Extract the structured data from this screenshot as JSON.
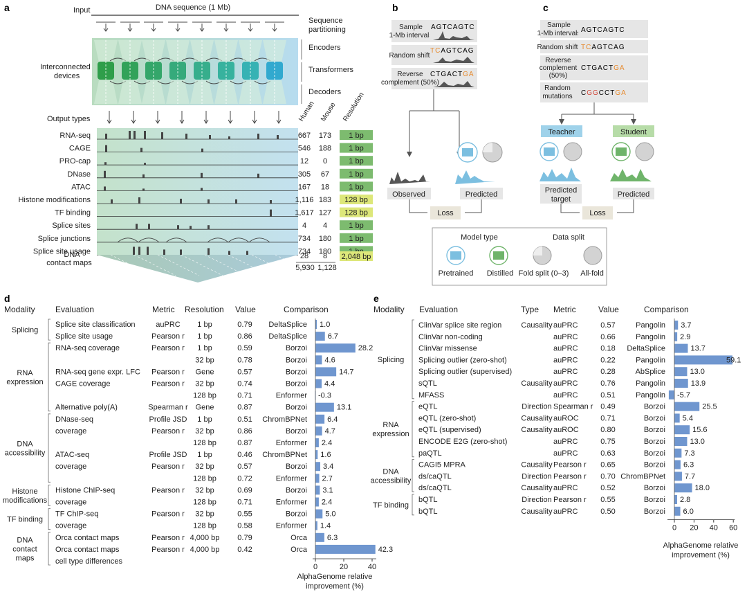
{
  "panels": {
    "a": "a",
    "b": "b",
    "c": "c",
    "d": "d",
    "e": "e"
  },
  "panel_a": {
    "input_label": "Input",
    "dna_label": "DNA sequence (1 Mb)",
    "seq_partition": "Sequence partitioning",
    "encoders": "Encoders",
    "interconnected": "Interconnected devices",
    "transformers": "Transformers",
    "decoders": "Decoders",
    "output_types": "Output types",
    "col_human": "Human",
    "col_mouse": "Mouse",
    "col_resolution": "Resolution",
    "rows": [
      {
        "label": "RNA-seq",
        "human": "667",
        "mouse": "173",
        "res": "1 bp"
      },
      {
        "label": "CAGE",
        "human": "546",
        "mouse": "188",
        "res": "1 bp"
      },
      {
        "label": "PRO-cap",
        "human": "12",
        "mouse": "0",
        "res": "1 bp"
      },
      {
        "label": "DNase",
        "human": "305",
        "mouse": "67",
        "res": "1 bp"
      },
      {
        "label": "ATAC",
        "human": "167",
        "mouse": "18",
        "res": "1 bp"
      },
      {
        "label": "Histone modifications",
        "human": "1,116",
        "mouse": "183",
        "res": "128 bp"
      },
      {
        "label": "TF binding",
        "human": "1,617",
        "mouse": "127",
        "res": "128 bp"
      },
      {
        "label": "Splice sites",
        "human": "4",
        "mouse": "4",
        "res": "1 bp"
      },
      {
        "label": "Splice junctions",
        "human": "734",
        "mouse": "180",
        "res": "1 bp"
      },
      {
        "label": "Splice site usage",
        "human": "734",
        "mouse": "180",
        "res": "1 bp"
      }
    ],
    "dna_contact_1": "DNA",
    "dna_contact_2": "contact maps",
    "contact_human": "28",
    "contact_mouse": "8",
    "contact_res": "2,048 bp",
    "total_human": "5,930",
    "total_mouse": "1,128",
    "colors": {
      "green_res": "#7dbb6f",
      "yellow_res": "#dde77a",
      "track_bg": "#c9e3d5"
    }
  },
  "panel_b": {
    "sample_1": "Sample",
    "sample_2": "1-Mb intervals",
    "seq1": "AGTCAGTC",
    "random_shift": "Random shift",
    "seq2_a": "TC",
    "seq2_b": "AGTCAG",
    "reverse_1": "Reverse",
    "reverse_2": "complement (50%)",
    "seq3_a": "CTGACT",
    "seq3_b": "GA",
    "observed": "Observed",
    "predicted": "Predicted",
    "loss": "Loss"
  },
  "panel_c": {
    "sample_1": "Sample",
    "sample_2": "1-Mb intervals",
    "seq1": "AGTCAGTC",
    "random_shift": "Random shift",
    "seq2_a": "TC",
    "seq2_b": "AGTCAG",
    "reverse_1": "Reverse",
    "reverse_2": "complement",
    "reverse_3": "(50%)",
    "seq3_a": "CTGACT",
    "seq3_b": "GA",
    "random_1": "Random",
    "random_2": "mutations",
    "seq4_a": "C",
    "seq4_b": "GG",
    "seq4_c": "CCT",
    "seq4_d": "GA",
    "teacher": "Teacher",
    "student": "Student",
    "predicted_target_1": "Predicted",
    "predicted_target_2": "target",
    "predicted": "Predicted",
    "loss": "Loss"
  },
  "legend": {
    "model_type": "Model type",
    "data_split": "Data split",
    "pretrained": "Pretrained",
    "distilled": "Distilled",
    "fold_split": "Fold split (0–3)",
    "all_fold": "All-fold"
  },
  "panel_d": {
    "headers": {
      "modality": "Modality",
      "evaluation": "Evaluation",
      "metric": "Metric",
      "resolution": "Resolution",
      "value": "Value",
      "comparison": "Comparison"
    },
    "modalities": [
      {
        "lines": [
          "Splicing"
        ]
      },
      {
        "lines": [
          "RNA",
          "expression"
        ]
      },
      {
        "lines": [
          "DNA",
          "accessibility"
        ]
      },
      {
        "lines": [
          "Histone",
          "modifications"
        ]
      },
      {
        "lines": [
          "TF binding"
        ]
      },
      {
        "lines": [
          "DNA",
          "contact",
          "maps"
        ]
      }
    ],
    "axis_label_1": "AlphaGenome relative",
    "axis_label_2": "improvement (%)",
    "ticks": [
      "0",
      "20",
      "40"
    ]
  },
  "panel_e": {
    "headers": {
      "modality": "Modality",
      "evaluation": "Evaluation",
      "type": "Type",
      "metric": "Metric",
      "value": "Value",
      "comparison": "Comparison"
    },
    "modalities": [
      {
        "lines": [
          "Splicing"
        ]
      },
      {
        "lines": [
          "RNA",
          "expression"
        ]
      },
      {
        "lines": [
          "DNA",
          "accessibility"
        ]
      },
      {
        "lines": [
          "TF binding"
        ]
      }
    ],
    "axis_label_1": "AlphaGenome relative",
    "axis_label_2": "improvement (%)",
    "ticks": [
      "0",
      "20",
      "40",
      "60"
    ]
  },
  "chart_data": [
    {
      "type": "bar",
      "panel": "d",
      "xlabel": "AlphaGenome relative improvement (%)",
      "xlim": [
        -2,
        45
      ],
      "rows": [
        {
          "evaluation": "Splice site classification",
          "metric": "auPRC",
          "resolution": "1 bp",
          "value": "0.79",
          "comparison": "DeltaSplice",
          "improvement": 1.0,
          "label": "1.0"
        },
        {
          "evaluation": "Splice site usage",
          "metric": "Pearson r",
          "resolution": "1 bp",
          "value": "0.86",
          "comparison": "DeltaSplice",
          "improvement": 6.7,
          "label": "6.7"
        },
        {
          "evaluation": "RNA-seq coverage",
          "metric": "Pearson r",
          "resolution": "1 bp",
          "value": "0.59",
          "comparison": "Borzoi",
          "improvement": 28.2,
          "label": "28.2"
        },
        {
          "evaluation": "",
          "metric": "",
          "resolution": "32 bp",
          "value": "0.78",
          "comparison": "Borzoi",
          "improvement": 4.6,
          "label": "4.6"
        },
        {
          "evaluation": "RNA-seq gene expr. LFC",
          "metric": "Pearson r",
          "resolution": "Gene",
          "value": "0.57",
          "comparison": "Borzoi",
          "improvement": 14.7,
          "label": "14.7"
        },
        {
          "evaluation": "CAGE coverage",
          "metric": "Pearson r",
          "resolution": "32 bp",
          "value": "0.74",
          "comparison": "Borzoi",
          "improvement": 4.4,
          "label": "4.4"
        },
        {
          "evaluation": "",
          "metric": "",
          "resolution": "128 bp",
          "value": "0.71",
          "comparison": "Enformer",
          "improvement": -0.3,
          "label": "-0.3"
        },
        {
          "evaluation": "Alternative poly(A)",
          "metric": "Spearman r",
          "resolution": "Gene",
          "value": "0.87",
          "comparison": "Borzoi",
          "improvement": 13.1,
          "label": "13.1"
        },
        {
          "evaluation": "DNase-seq",
          "metric": "Profile JSD",
          "resolution": "1 bp",
          "value": "0.51",
          "comparison": "ChromBPNet",
          "improvement": 6.4,
          "label": "6.4"
        },
        {
          "evaluation": "coverage",
          "metric": "Pearson r",
          "resolution": "32 bp",
          "value": "0.86",
          "comparison": "Borzoi",
          "improvement": 4.7,
          "label": "4.7"
        },
        {
          "evaluation": "",
          "metric": "",
          "resolution": "128 bp",
          "value": "0.87",
          "comparison": "Enformer",
          "improvement": 2.4,
          "label": "2.4"
        },
        {
          "evaluation": "ATAC-seq",
          "metric": "Profile JSD",
          "resolution": "1 bp",
          "value": "0.46",
          "comparison": "ChromBPNet",
          "improvement": 1.6,
          "label": "1.6"
        },
        {
          "evaluation": "coverage",
          "metric": "Pearson r",
          "resolution": "32 bp",
          "value": "0.57",
          "comparison": "Borzoi",
          "improvement": 3.4,
          "label": "3.4"
        },
        {
          "evaluation": "",
          "metric": "",
          "resolution": "128 bp",
          "value": "0.72",
          "comparison": "Enformer",
          "improvement": 2.7,
          "label": "2.7"
        },
        {
          "evaluation": "Histone ChIP-seq",
          "metric": "Pearson r",
          "resolution": "32 bp",
          "value": "0.69",
          "comparison": "Borzoi",
          "improvement": 3.1,
          "label": "3.1"
        },
        {
          "evaluation": "coverage",
          "metric": "",
          "resolution": "128 bp",
          "value": "0.71",
          "comparison": "Enformer",
          "improvement": 2.4,
          "label": "2.4"
        },
        {
          "evaluation": "TF ChIP-seq",
          "metric": "Pearson r",
          "resolution": "32 bp",
          "value": "0.55",
          "comparison": "Borzoi",
          "improvement": 5.0,
          "label": "5.0"
        },
        {
          "evaluation": "coverage",
          "metric": "",
          "resolution": "128 bp",
          "value": "0.58",
          "comparison": "Enformer",
          "improvement": 1.4,
          "label": "1.4"
        },
        {
          "evaluation": "Orca contact maps",
          "metric": "Pearson r",
          "resolution": "4,000 bp",
          "value": "0.79",
          "comparison": "Orca",
          "improvement": 6.3,
          "label": "6.3"
        },
        {
          "evaluation": "Orca contact maps",
          "metric": "Pearson r",
          "resolution": "4,000 bp",
          "value": "0.42",
          "comparison": "Orca",
          "improvement": 42.3,
          "label": "42.3"
        },
        {
          "evaluation": "cell type differences",
          "metric": "",
          "resolution": "",
          "value": "",
          "comparison": "",
          "improvement": null,
          "label": ""
        }
      ]
    },
    {
      "type": "bar",
      "panel": "e",
      "xlabel": "AlphaGenome relative improvement (%)",
      "xlim": [
        -7,
        62
      ],
      "rows": [
        {
          "evaluation": "ClinVar splice site region",
          "type": "Causality",
          "metric": "auPRC",
          "value": "0.57",
          "comparison": "Pangolin",
          "improvement": 3.7,
          "label": "3.7"
        },
        {
          "evaluation": "ClinVar non-coding",
          "type": "",
          "metric": "auPRC",
          "value": "0.66",
          "comparison": "Pangolin",
          "improvement": 2.9,
          "label": "2.9"
        },
        {
          "evaluation": "ClinVar missense",
          "type": "",
          "metric": "auPRC",
          "value": "0.18",
          "comparison": "DeltaSplice",
          "improvement": 13.7,
          "label": "13.7"
        },
        {
          "evaluation": "Splicing outlier (zero-shot)",
          "type": "",
          "metric": "auPRC",
          "value": "0.22",
          "comparison": "Pangolin",
          "improvement": 59.1,
          "label": "59.1"
        },
        {
          "evaluation": "Splicing outlier (supervised)",
          "type": "",
          "metric": "auPRC",
          "value": "0.28",
          "comparison": "AbSplice",
          "improvement": 13.0,
          "label": "13.0"
        },
        {
          "evaluation": "sQTL",
          "type": "Causality",
          "metric": "auPRC",
          "value": "0.76",
          "comparison": "Pangolin",
          "improvement": 13.9,
          "label": "13.9"
        },
        {
          "evaluation": "MFASS",
          "type": "",
          "metric": "auPRC",
          "value": "0.51",
          "comparison": "Pangolin",
          "improvement": -5.7,
          "label": "-5.7"
        },
        {
          "evaluation": "eQTL",
          "type": "Direction",
          "metric": "Spearman r",
          "value": "0.49",
          "comparison": "Borzoi",
          "improvement": 25.5,
          "label": "25.5"
        },
        {
          "evaluation": "eQTL (zero-shot)",
          "type": "Causality",
          "metric": "auROC",
          "value": "0.71",
          "comparison": "Borzoi",
          "improvement": 5.4,
          "label": "5.4"
        },
        {
          "evaluation": "eQTL (supervised)",
          "type": "Causality",
          "metric": "auROC",
          "value": "0.80",
          "comparison": "Borzoi",
          "improvement": 15.6,
          "label": "15.6"
        },
        {
          "evaluation": "ENCODE E2G (zero-shot)",
          "type": "",
          "metric": "auPRC",
          "value": "0.75",
          "comparison": "Borzoi",
          "improvement": 13.0,
          "label": "13.0"
        },
        {
          "evaluation": "paQTL",
          "type": "",
          "metric": "auPRC",
          "value": "0.63",
          "comparison": "Borzoi",
          "improvement": 7.3,
          "label": "7.3"
        },
        {
          "evaluation": "CAGI5 MPRA",
          "type": "Causality",
          "metric": "Pearson r",
          "value": "0.65",
          "comparison": "Borzoi",
          "improvement": 6.3,
          "label": "6.3"
        },
        {
          "evaluation": "ds/caQTL",
          "type": "Direction",
          "metric": "Pearson r",
          "value": "0.70",
          "comparison": "ChromBPNet",
          "improvement": 7.7,
          "label": "7.7"
        },
        {
          "evaluation": "ds/caQTL",
          "type": "Causality",
          "metric": "auPRC",
          "value": "0.52",
          "comparison": "Borzoi",
          "improvement": 18.0,
          "label": "18.0"
        },
        {
          "evaluation": "bQTL",
          "type": "Direction",
          "metric": "Pearson r",
          "value": "0.55",
          "comparison": "Borzoi",
          "improvement": 2.8,
          "label": "2.8"
        },
        {
          "evaluation": "bQTL",
          "type": "Causality",
          "metric": "auPRC",
          "value": "0.50",
          "comparison": "Borzoi",
          "improvement": 6.0,
          "label": "6.0"
        }
      ]
    }
  ]
}
